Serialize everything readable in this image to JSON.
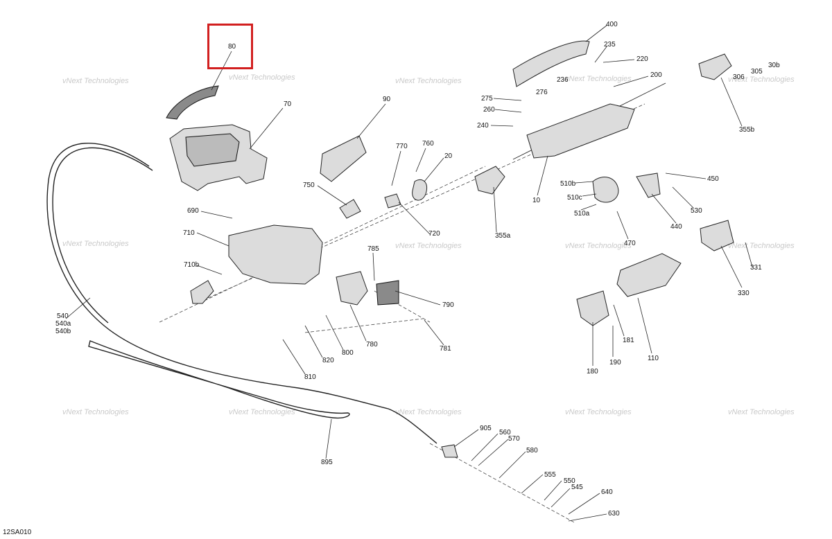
{
  "diagram_code": "12SA010",
  "highlighted_part": "80",
  "watermark": "vNext Technologies",
  "part_labels": [
    "80",
    "70",
    "90",
    "770",
    "760",
    "20",
    "750",
    "720",
    "690",
    "710",
    "710b",
    "540",
    "540a",
    "540b",
    "785",
    "790",
    "780",
    "781",
    "800",
    "820",
    "810",
    "895",
    "905",
    "560",
    "570",
    "580",
    "555",
    "550",
    "545",
    "640",
    "630",
    "400",
    "235",
    "220",
    "236",
    "200",
    "275",
    "276",
    "260",
    "240",
    "10",
    "355a",
    "510b",
    "510c",
    "510a",
    "450",
    "440",
    "470",
    "530",
    "355b",
    "305",
    "306",
    "30b",
    "331",
    "330",
    "110",
    "181",
    "180",
    "190"
  ]
}
